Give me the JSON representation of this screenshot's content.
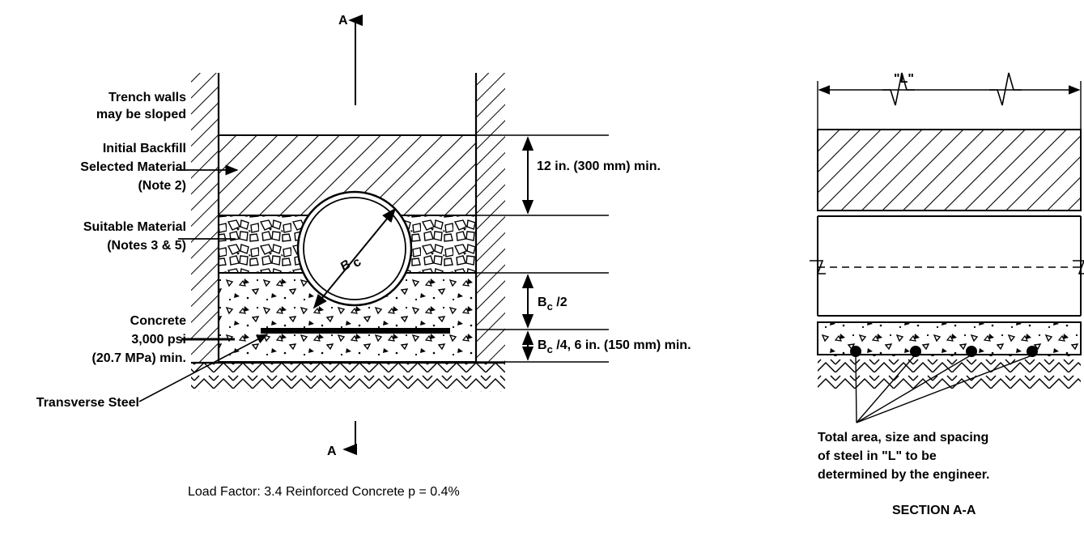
{
  "section_marker": "A",
  "labels": {
    "trench_walls_1": "Trench walls",
    "trench_walls_2": "may be sloped",
    "initial_backfill_1": "Initial Backfill",
    "initial_backfill_2": "Selected Material",
    "initial_backfill_3": "(Note 2)",
    "suitable_material_1": "Suitable Material",
    "suitable_material_2": "(Notes 3 & 5)",
    "concrete_1": "Concrete",
    "concrete_2": "3,000 psi",
    "concrete_3": "(20.7 MPa) min.",
    "transverse_steel": "Transverse Steel"
  },
  "dimensions": {
    "backfill_depth": "12 in. (300 mm) min.",
    "pipe_diameter": "B",
    "pipe_diameter_sub": "c",
    "half_diameter_main": "B",
    "half_diameter_sub": "c",
    "half_diameter_rest": " /2",
    "quarter_main": "B",
    "quarter_sub": "c",
    "quarter_rest": " /4, 6 in. (150 mm) min."
  },
  "caption": "Load Factor:  3.4 Reinforced Concrete  p = 0.4%",
  "section": {
    "length_label": "\"L\"",
    "note_1": "Total area, size and spacing",
    "note_2": "of steel in \"L\" to be",
    "note_3": "determined by the engineer.",
    "title": "SECTION A-A"
  }
}
